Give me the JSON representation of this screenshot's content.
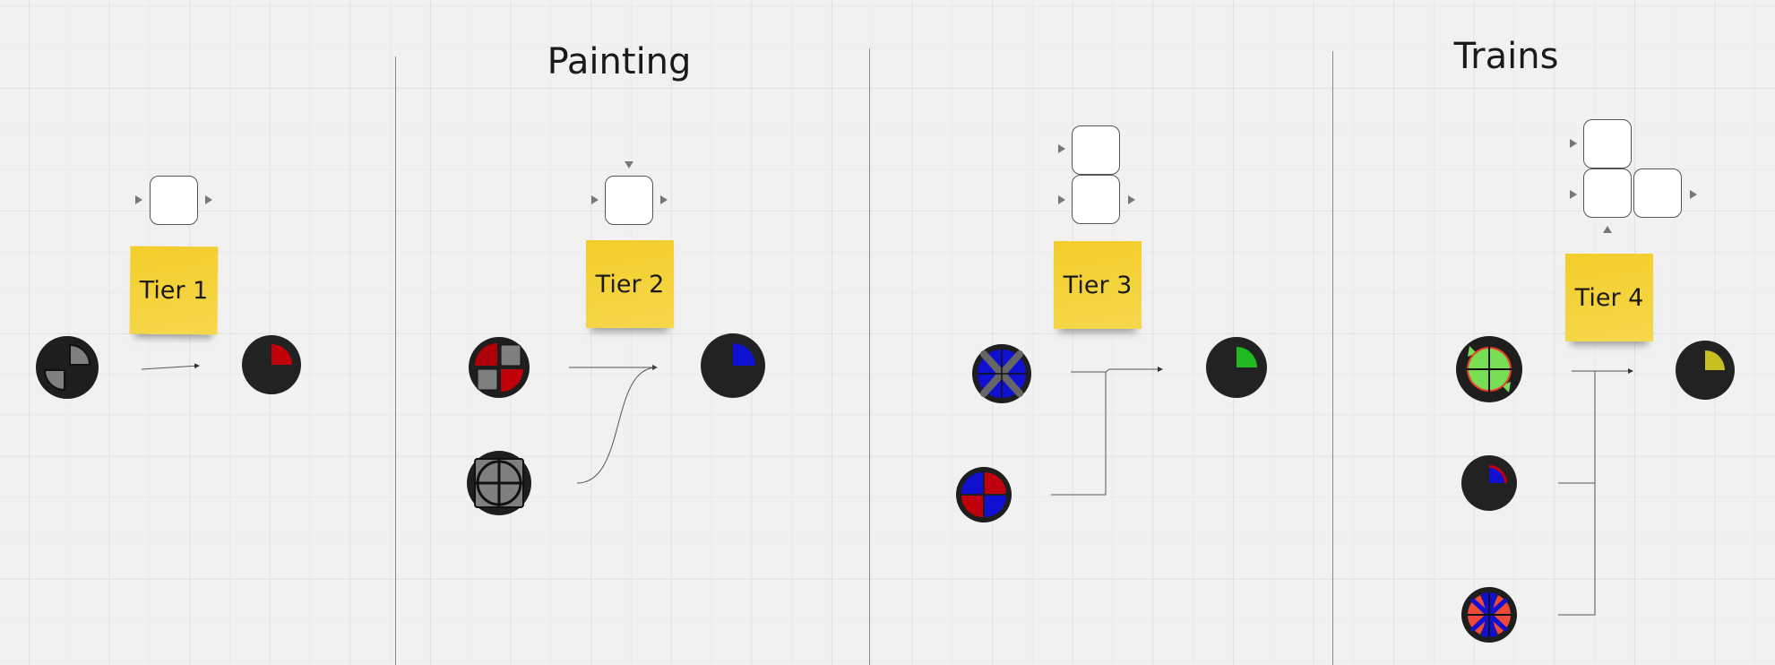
{
  "sections": [
    {
      "title": ""
    },
    {
      "title": "Painting"
    },
    {
      "title": ""
    },
    {
      "title": "Trains"
    }
  ],
  "tiers": [
    {
      "label": "Tier 1"
    },
    {
      "label": "Tier 2"
    },
    {
      "label": "Tier 3"
    },
    {
      "label": "Tier 4"
    }
  ],
  "colors": {
    "sticky": "#f4d23a",
    "red": "#c0000a",
    "blue": "#1010d0",
    "green": "#22b822",
    "light_green": "#77dd55",
    "yellow": "#c8bf20",
    "gray": "#7f7f7f",
    "coral": "#ee4a3a"
  }
}
